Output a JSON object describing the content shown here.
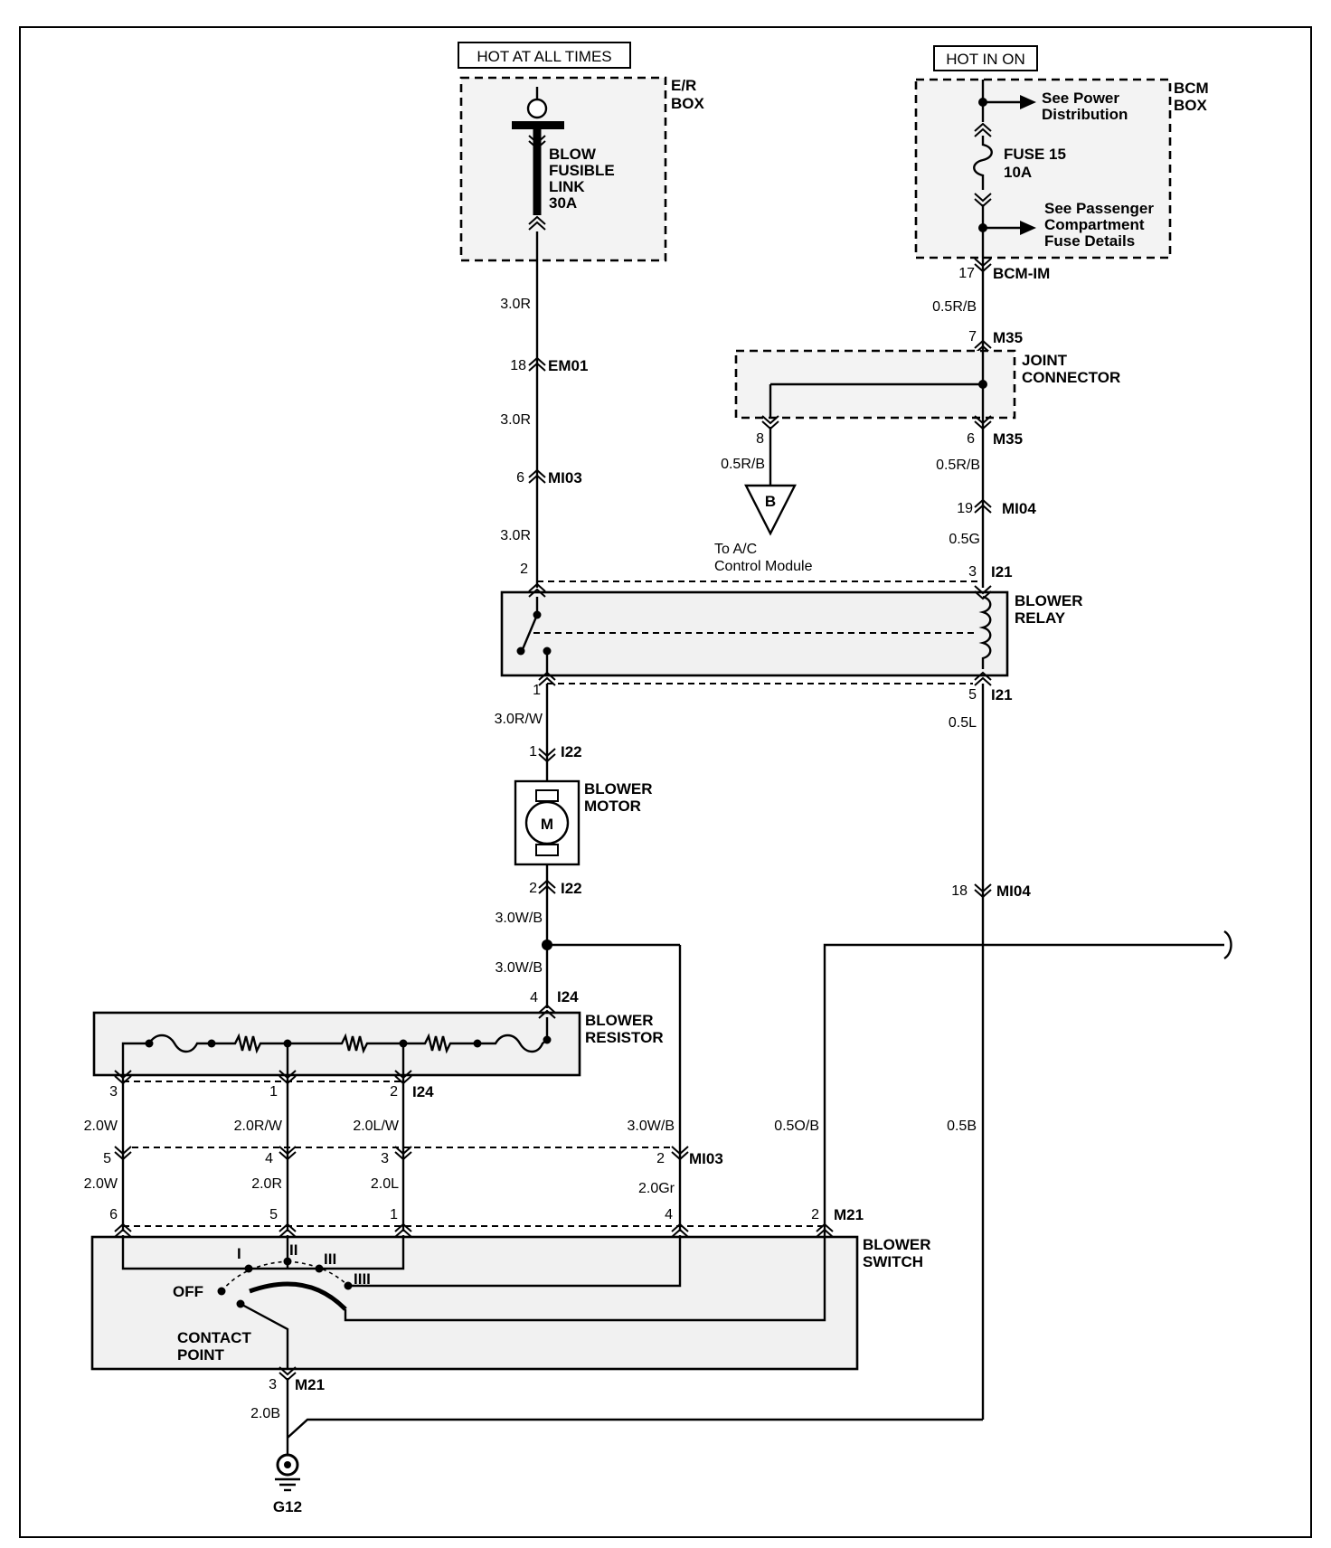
{
  "power": {
    "hot_all_times": "HOT AT ALL TIMES",
    "hot_in_on": "HOT IN ON",
    "er_box": [
      "E/R",
      "BOX"
    ],
    "bcm_box": [
      "BCM",
      "BOX"
    ]
  },
  "fusible_link": [
    "BLOW",
    "FUSIBLE",
    "LINK",
    "30A"
  ],
  "fuse": [
    "FUSE 15",
    "10A"
  ],
  "see_power": [
    "See Power",
    "Distribution"
  ],
  "see_passenger": [
    "See Passenger",
    "Compartment",
    "Fuse Details"
  ],
  "joint_connector": [
    "JOINT",
    "CONNECTOR"
  ],
  "ac_module": {
    "symbol": "B",
    "label": [
      "To A/C",
      "Control Module"
    ]
  },
  "components": {
    "relay": [
      "BLOWER",
      "RELAY"
    ],
    "motor": [
      "BLOWER",
      "MOTOR"
    ],
    "motor_symbol": "M",
    "resistor": [
      "BLOWER",
      "RESISTOR"
    ],
    "switch": [
      "BLOWER",
      "SWITCH"
    ],
    "off": "OFF",
    "contact_point": [
      "CONTACT",
      "POINT"
    ],
    "speeds": [
      "I",
      "II",
      "III",
      "IIII"
    ],
    "ground": "G12"
  },
  "connectors": {
    "c18": "18",
    "em01": "EM01",
    "c6a": "6",
    "mi03": "MI03",
    "c2a": "2",
    "c3a": "3",
    "i21": "I21",
    "c1a": "1",
    "c5a": "5",
    "c1b": "1",
    "i22": "I22",
    "c2b": "2",
    "c4a": "4",
    "i24": "I24",
    "c3b": "3",
    "c1c": "1",
    "c2c": "2",
    "c5b": "5",
    "c4b": "4",
    "c3c": "3",
    "c2d": "2",
    "c6b": "6",
    "c5c": "5",
    "c1d": "1",
    "c4c": "4",
    "c2e": "2",
    "m21": "M21",
    "c3d": "3",
    "c17": "17",
    "bcm_im": "BCM-IM",
    "c7": "7",
    "m35": "M35",
    "c8": "8",
    "c6c": "6",
    "c19": "19",
    "mi04": "MI04",
    "c18b": "18"
  },
  "wires": {
    "w1": "3.0R",
    "w2": "3.0R",
    "w3": "3.0R",
    "w4": "3.0R/W",
    "w5": "3.0W/B",
    "w6": "3.0W/B",
    "w7": "2.0W",
    "w8": "2.0R/W",
    "w9": "2.0L/W",
    "w10": "3.0W/B",
    "w11": "2.0W",
    "w12": "2.0R",
    "w13": "2.0L",
    "w14": "2.0Gr",
    "w15": "2.0B",
    "w16": "0.5R/B",
    "w17": "0.5R/B",
    "w18": "0.5R/B",
    "w19": "0.5G",
    "w20": "0.5L",
    "w21": "0.5O/B",
    "w22": "0.5B"
  }
}
